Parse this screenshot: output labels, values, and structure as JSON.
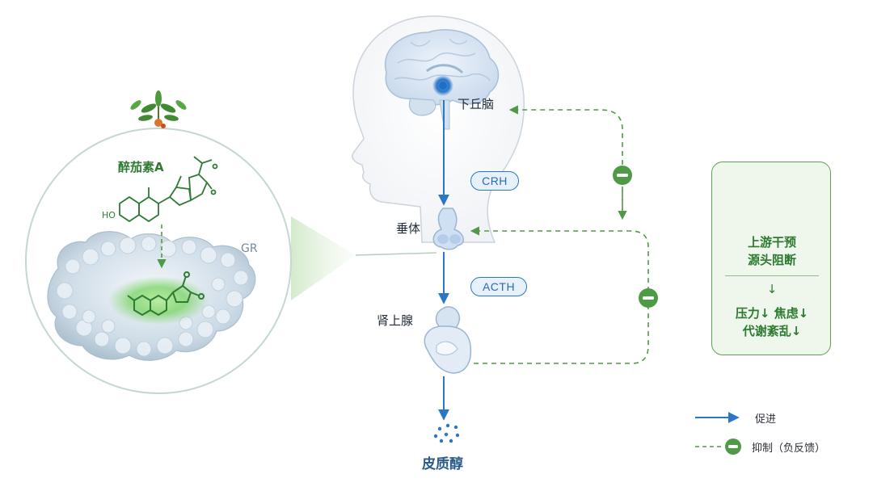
{
  "labels": {
    "hypothalamus": "下丘脑",
    "pituitary": "垂体",
    "adrenal": "肾上腺",
    "cortisol": "皮质醇",
    "molecule": "醉茄素A",
    "receptor": "GR",
    "ho_group": "HO"
  },
  "hormones": {
    "crh": "CRH",
    "acth": "ACTH"
  },
  "panel": {
    "title_line1": "上游干预",
    "title_line2": "源头阻断",
    "arrow": "↓",
    "effect_line1": "压力↓ 焦虑↓",
    "effect_line2": "代谢紊乱↓"
  },
  "legend": {
    "promote": "促进",
    "inhibit": "抑制（负反馈）"
  },
  "colors": {
    "promote_blue": "#2a76c8",
    "inhibit_green": "#4f9a44",
    "panel_green": "#2c7a2f"
  }
}
